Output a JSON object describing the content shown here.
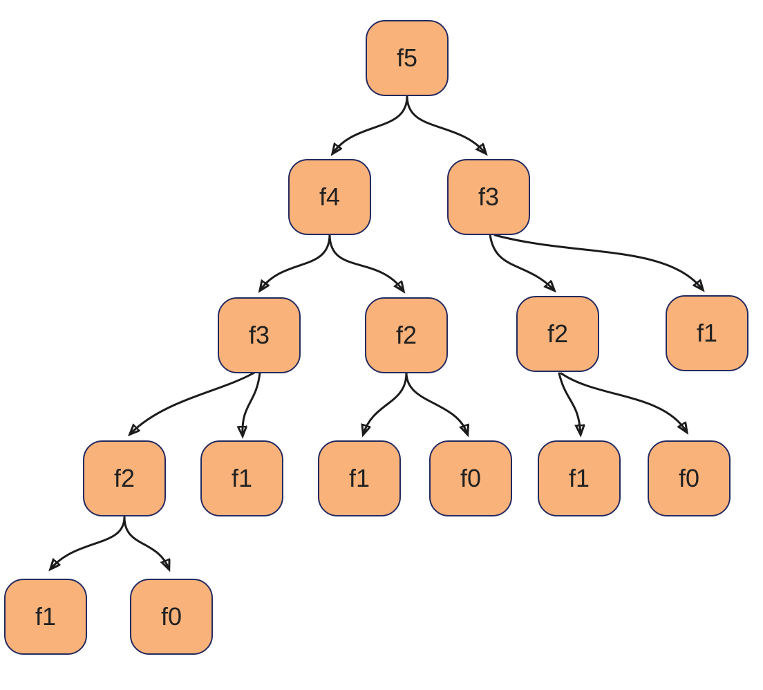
{
  "diagram": {
    "type": "tree",
    "colors": {
      "node_fill": "#f9b27a",
      "node_border": "#232a60",
      "edge": "#1c1c1c",
      "label": "#212121",
      "background": "#ffffff"
    },
    "nodes": [
      {
        "id": "f5-root",
        "label": "f5"
      },
      {
        "id": "f4-l1",
        "label": "f4"
      },
      {
        "id": "f3-r-l1",
        "label": "f3"
      },
      {
        "id": "f3-l2",
        "label": "f3"
      },
      {
        "id": "f2-mid-l2",
        "label": "f2"
      },
      {
        "id": "f2-r-l2",
        "label": "f2"
      },
      {
        "id": "f1-far-l2",
        "label": "f1"
      },
      {
        "id": "f2-l3",
        "label": "f2"
      },
      {
        "id": "f1-a-l3",
        "label": "f1"
      },
      {
        "id": "f1-b-l3",
        "label": "f1"
      },
      {
        "id": "f0-a-l3",
        "label": "f0"
      },
      {
        "id": "f1-c-l3",
        "label": "f1"
      },
      {
        "id": "f0-b-l3",
        "label": "f0"
      },
      {
        "id": "f1-l4",
        "label": "f1"
      },
      {
        "id": "f0-l4",
        "label": "f0"
      }
    ],
    "edges": [
      {
        "from": "f5-root",
        "to": "f4-l1"
      },
      {
        "from": "f5-root",
        "to": "f3-r-l1"
      },
      {
        "from": "f4-l1",
        "to": "f3-l2"
      },
      {
        "from": "f4-l1",
        "to": "f2-mid-l2"
      },
      {
        "from": "f3-r-l1",
        "to": "f2-r-l2"
      },
      {
        "from": "f3-r-l1",
        "to": "f1-far-l2"
      },
      {
        "from": "f3-l2",
        "to": "f2-l3"
      },
      {
        "from": "f3-l2",
        "to": "f1-a-l3"
      },
      {
        "from": "f2-mid-l2",
        "to": "f1-b-l3"
      },
      {
        "from": "f2-mid-l2",
        "to": "f0-a-l3"
      },
      {
        "from": "f2-r-l2",
        "to": "f1-c-l3"
      },
      {
        "from": "f2-r-l2",
        "to": "f0-b-l3"
      },
      {
        "from": "f2-l3",
        "to": "f1-l4"
      },
      {
        "from": "f2-l3",
        "to": "f0-l4"
      }
    ]
  }
}
